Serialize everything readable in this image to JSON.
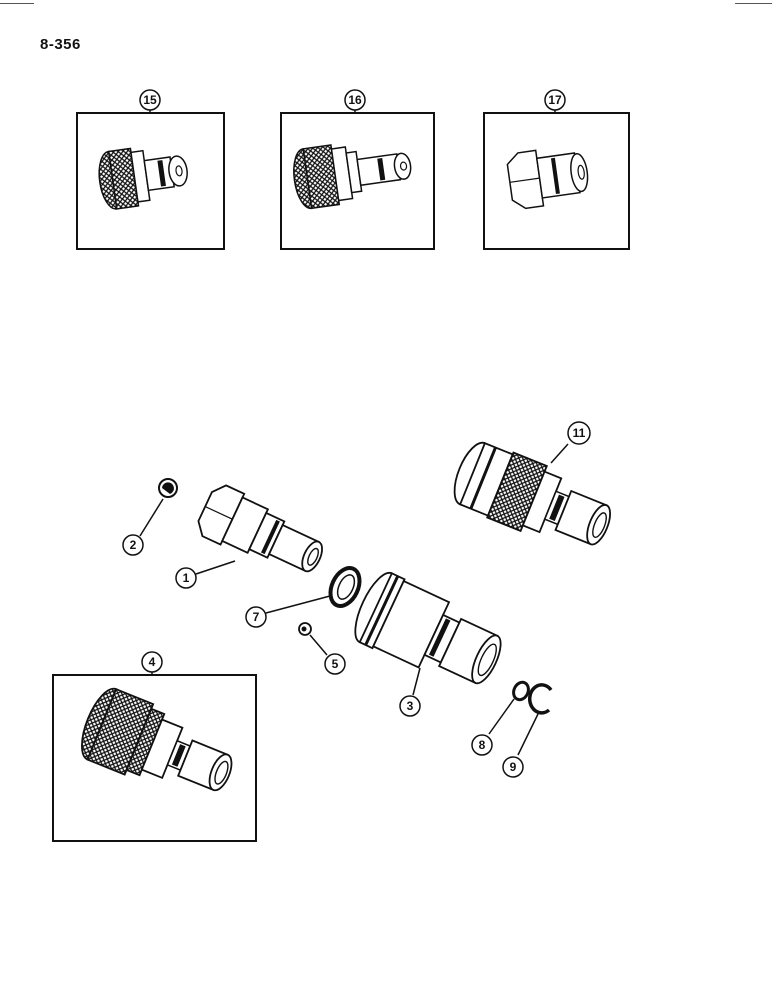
{
  "page": {
    "number": "8-356"
  },
  "callouts": {
    "c1": "1",
    "c2": "2",
    "c3": "3",
    "c4": "4",
    "c5": "5",
    "c7": "7",
    "c8": "8",
    "c9": "9",
    "c11": "11",
    "c15": "15",
    "c16": "16",
    "c17": "17"
  },
  "colors": {
    "ink": "#111111",
    "paper": "#ffffff"
  }
}
